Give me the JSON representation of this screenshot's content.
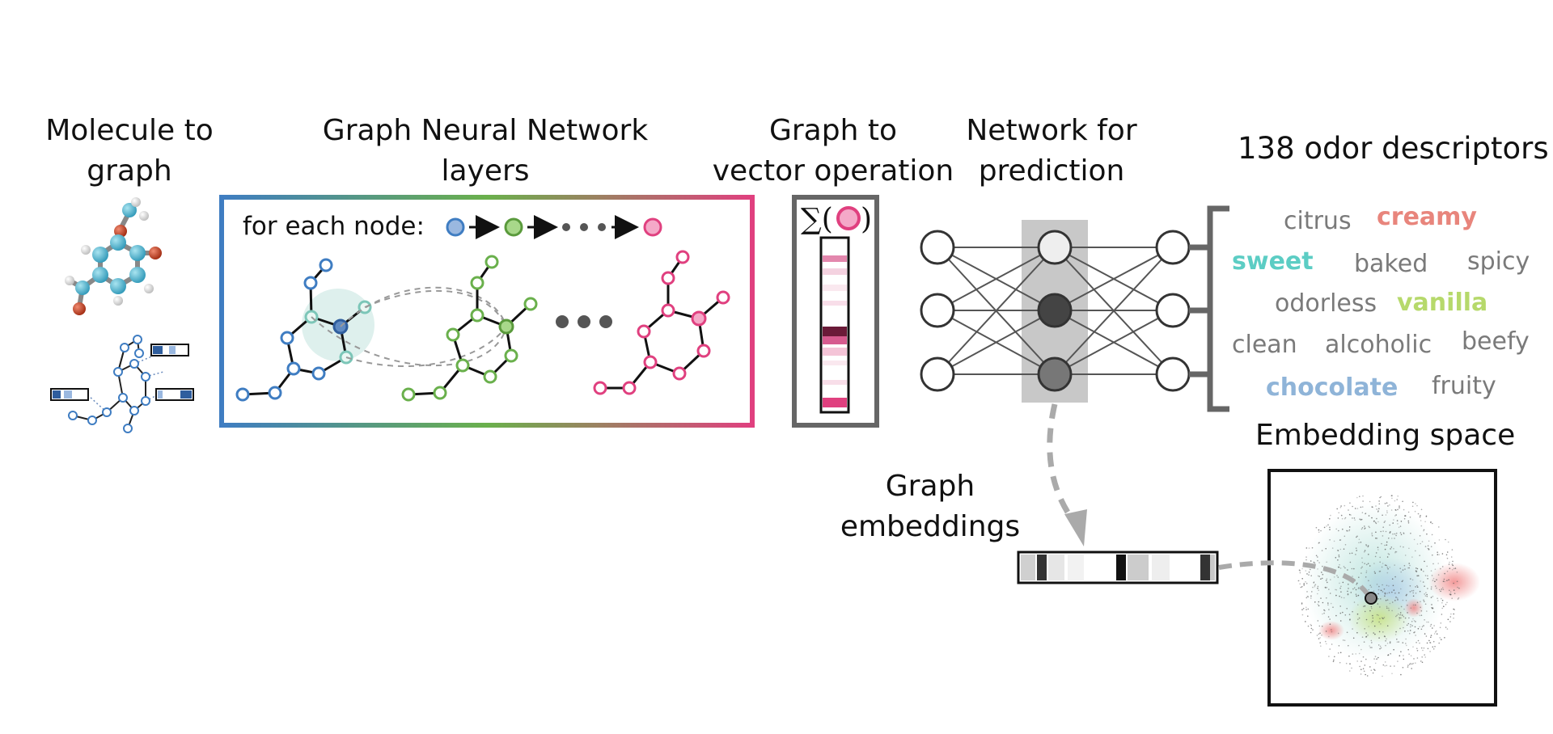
{
  "sections": {
    "molecule": {
      "line1": "Molecule to",
      "line2": "graph"
    },
    "gnn": {
      "line1": "Graph Neural Network",
      "line2": "layers",
      "node_text": "for each node:"
    },
    "vector": {
      "line1": "Graph to",
      "line2": "vector operation"
    },
    "predict": {
      "line1": "Network for",
      "line2": "prediction"
    },
    "descriptors": {
      "title": "138 odor descriptors"
    },
    "embeddings": {
      "line1": "Graph",
      "line2": "embeddings"
    },
    "space": {
      "title": "Embedding space"
    }
  },
  "descriptors": [
    {
      "text": "citrus",
      "color": "#7a7a7a",
      "bold": false
    },
    {
      "text": "creamy",
      "color": "#e8857c",
      "bold": true
    },
    {
      "text": "sweet",
      "color": "#5ccdc4",
      "bold": true
    },
    {
      "text": "baked",
      "color": "#7a7a7a",
      "bold": false
    },
    {
      "text": "spicy",
      "color": "#7a7a7a",
      "bold": false
    },
    {
      "text": "odorless",
      "color": "#7a7a7a",
      "bold": false
    },
    {
      "text": "vanilla",
      "color": "#b6d96b",
      "bold": true
    },
    {
      "text": "clean",
      "color": "#7a7a7a",
      "bold": false
    },
    {
      "text": "alcoholic",
      "color": "#7a7a7a",
      "bold": false
    },
    {
      "text": "beefy",
      "color": "#7a7a7a",
      "bold": false
    },
    {
      "text": "chocolate",
      "color": "#8fb4d8",
      "bold": true
    },
    {
      "text": "fruity",
      "color": "#7a7a7a",
      "bold": false
    }
  ],
  "colors": {
    "blue": "#3f7dc2",
    "green": "#6ab04c",
    "pink": "#e0407f",
    "gray": "#666666"
  }
}
